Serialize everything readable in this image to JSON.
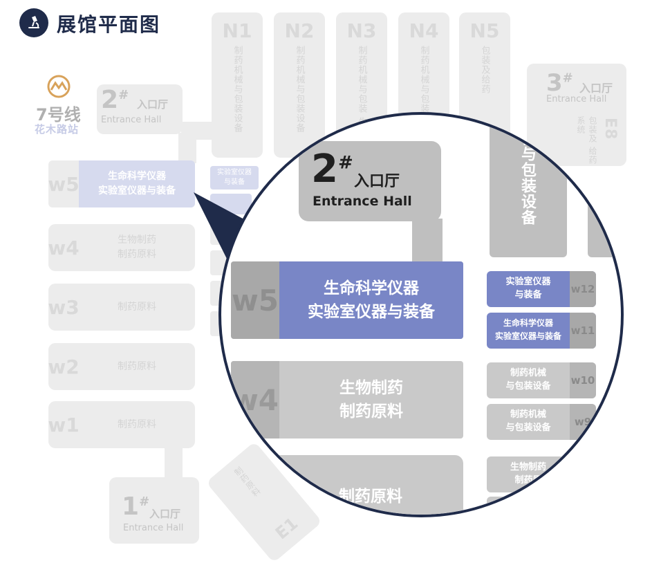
{
  "header": {
    "title": "展馆平面图",
    "logo_icon": "microscope-icon"
  },
  "colors": {
    "navy": "#1f2b4a",
    "highlight": "#7986c6",
    "highlight_light": "#d6daee",
    "hall_gray": "#bfbfbf",
    "dim_gray": "#ececec",
    "metro_orange": "#d8a25a"
  },
  "metro": {
    "line": "7号线",
    "station": "花木路站",
    "icon": "metro-logo-icon"
  },
  "top_halls": [
    {
      "id": "N1",
      "label": "制药机械与包装设备"
    },
    {
      "id": "N2",
      "label": "制药机械与包装设备"
    },
    {
      "id": "N3",
      "label": "制药机械与包装 生物工程"
    },
    {
      "id": "N4",
      "label": "制药机械与包装 洁净与"
    },
    {
      "id": "N5",
      "label": "包装及给药"
    }
  ],
  "entrance_2": {
    "num": "2",
    "mark": "#",
    "cn": "入口厅",
    "en": "Entrance Hall"
  },
  "entrance_3": {
    "num": "3",
    "mark": "#",
    "cn": "入口厅",
    "en": "Entrance Hall"
  },
  "entrance_1": {
    "num": "1",
    "mark": "#",
    "cn": "入口厅",
    "en": "Entrance Hall"
  },
  "e8": {
    "id": "E8",
    "label": "包装及 给药系统"
  },
  "e1": {
    "id": "E1",
    "label": "制药原料"
  },
  "west_halls": [
    {
      "id": "w5",
      "line1": "生命科学仪器",
      "line2": "实验室仪器与装备"
    },
    {
      "id": "w4",
      "line1": "生物制药",
      "line2": "制药原料"
    },
    {
      "id": "w3",
      "line1": "制药原料",
      "line2": ""
    },
    {
      "id": "w2",
      "line1": "制药原料",
      "line2": ""
    },
    {
      "id": "w1",
      "line1": "制药原料",
      "line2": ""
    }
  ],
  "small_halls": [
    {
      "id": "w12",
      "line1": "实验室仪器",
      "line2": "与装备"
    },
    {
      "id": "w11",
      "line1": "生命科学仪器",
      "line2": "实验室仪器与装备"
    },
    {
      "id": "w10",
      "line1": "制药机械",
      "line2": "与包装设备"
    },
    {
      "id": "w9",
      "line1": "制药机械",
      "line2": "与包装设备"
    },
    {
      "id": "w8",
      "line1": "生物制药",
      "line2": "制药原"
    }
  ],
  "zoom": {
    "right_hall_label": "械与包装设备",
    "bottom_hall_label": "制药原料"
  }
}
